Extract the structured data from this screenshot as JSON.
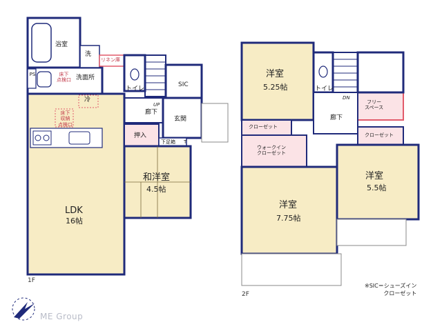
{
  "floor1": {
    "label": "1F",
    "rooms": {
      "bath": "浴室",
      "wash": "洗",
      "linen": "リネン庫",
      "ps": "PS",
      "underfloor_inspection": "床下\n点検口",
      "washroom": "洗面所",
      "toilet": "トイレ",
      "fridge": "冷",
      "underfloor_storage": "床下\n収納\n点検口",
      "ldk_name": "LDK",
      "ldk_size": "16帖",
      "sic": "SIC",
      "up": "UP",
      "hall": "廊下",
      "entrance": "玄関",
      "oshiire": "押入",
      "shoe_box": "下足箱",
      "t": "T",
      "washitsu_name": "和洋室",
      "washitsu_size": "4.5帖"
    }
  },
  "floor2": {
    "label": "2F",
    "rooms": {
      "western1_name": "洋室",
      "western1_size": "5.25帖",
      "toilet": "トイレ",
      "dn": "DN",
      "free_space": "フリー\nスペース",
      "closet_a": "クローゼット",
      "hall": "廊下",
      "closet_b": "クローゼット",
      "walkin": "ウォークイン\nクローゼット",
      "western2_name": "洋室",
      "western2_size": "5.5帖",
      "western3_name": "洋室",
      "western3_size": "7.75帖"
    }
  },
  "note": "※SIC＝シューズイン\nクローゼット",
  "logo_text": "ME Group",
  "colors": {
    "wall": "#1f2a7a",
    "room_fill": "#f7ecc5",
    "pink_fill": "#fbe3e6",
    "pink_border": "#e25a6a",
    "tatami_line": "#7a6a3a"
  }
}
